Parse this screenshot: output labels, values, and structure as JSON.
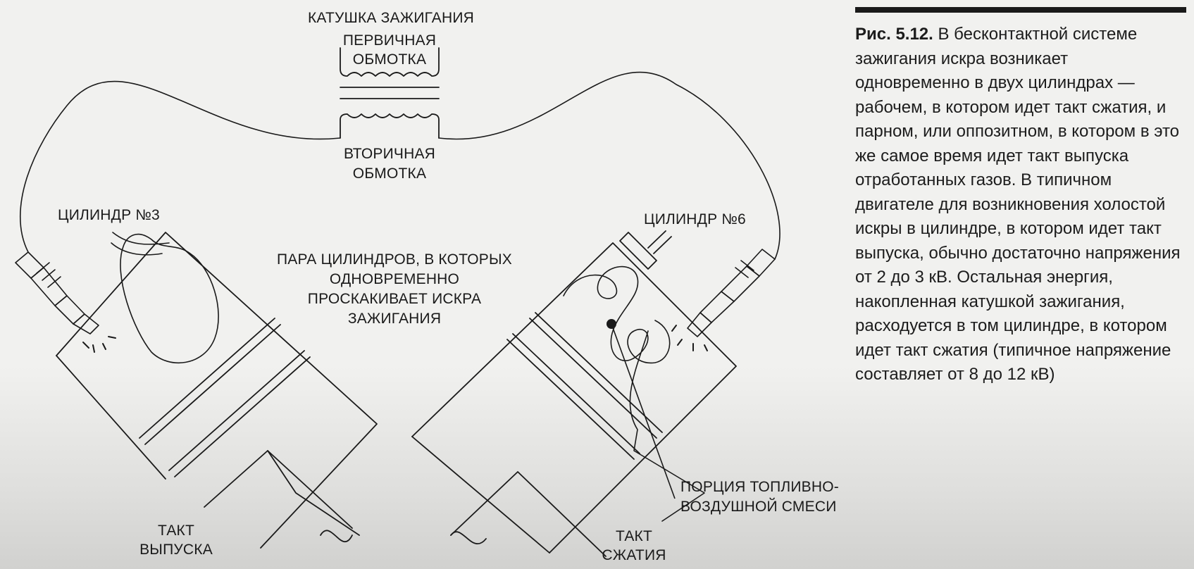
{
  "diagram": {
    "coil_title": "КАТУШКА ЗАЖИГАНИЯ",
    "primary_line1": "ПЕРВИЧНАЯ",
    "primary_line2": "ОБМОТКА",
    "secondary_line1": "ВТОРИЧНАЯ",
    "secondary_line2": "ОБМОТКА",
    "cylinder3": "ЦИЛИНДР №3",
    "cylinder6": "ЦИЛИНДР №6",
    "pair_line1": "ПАРА ЦИЛИНДРОВ, В КОТОРЫХ",
    "pair_line2": "ОДНОВРЕМЕННО",
    "pair_line3": "ПРОСКАКИВАЕТ ИСКРА",
    "pair_line4": "ЗАЖИГАНИЯ",
    "exhaust_line1": "ТАКТ",
    "exhaust_line2": "ВЫПУСКА",
    "compression_line1": "ТАКТ",
    "compression_line2": "СЖАТИЯ",
    "mixture_line1": "ПОРЦИЯ ТОПЛИВНО-",
    "mixture_line2": "ВОЗДУШНОЙ СМЕСИ"
  },
  "caption": {
    "figure_label": "Рис. 5.12.",
    "text": "В бесконтактной системе зажигания искра возникает одновременно в двух цилиндрах — рабочем, в котором идет такт сжатия, и парном, или оппозитном, в котором в это же самое время идет такт выпуска отработанных газов. В типичном двигателе для возникновения холостой искры в цилиндре, в котором идет такт выпуска, обычно достаточно напряжения от 2 до 3 кВ. Остальная энергия, накопленная катушкой зажигания, расходуется в том цилиндре, в котором идет такт сжатия (типичное напряжение составляет от 8 до 12 кВ)"
  }
}
